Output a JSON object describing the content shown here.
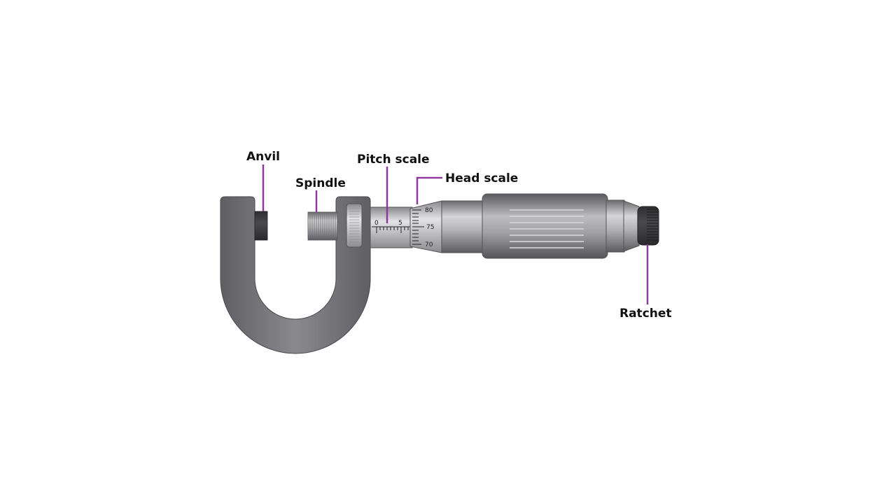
{
  "labels": {
    "anvil": "Anvil",
    "spindle": "Spindle",
    "pitch_scale": "Pitch scale",
    "head_scale": "Head scale",
    "ratchet": "Ratchet"
  },
  "pitch_scale_numbers": {
    "zero": "0",
    "five": "5"
  },
  "head_scale_numbers": {
    "top": "80",
    "middle": "75",
    "bottom": "70"
  },
  "colors": {
    "leader_line": "#8e3a9c",
    "frame": "#6e6e72",
    "metal_light": "#c9c9cc",
    "metal_dark": "#5a5a5e"
  }
}
